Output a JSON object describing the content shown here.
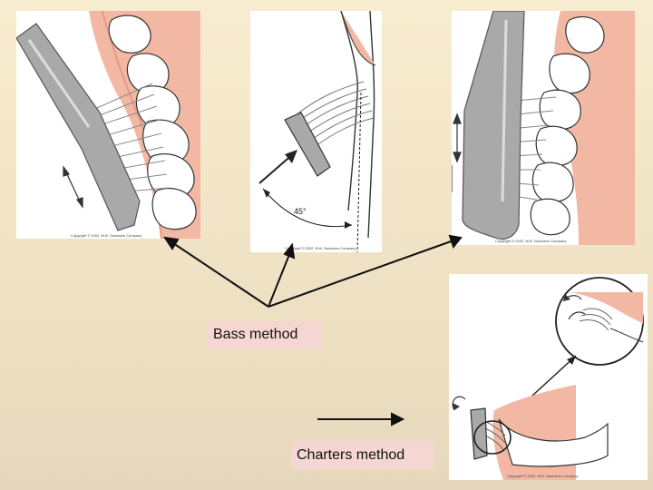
{
  "labels": {
    "bass": "Bass method",
    "charters": "Charters method"
  },
  "panels": {
    "p1": {
      "copyright": "Copyright © 2002, W.B. Saunders Company"
    },
    "p2": {
      "copyright": "Copyright © 2002, W.B. Saunders Company",
      "angle": "45°"
    },
    "p3": {
      "copyright": "Copyright © 2002, W.B. Saunders Company"
    },
    "p4": {
      "copyright": "Copyright © 2002, W.B. Saunders Company"
    }
  },
  "colors": {
    "gingiva": "#f2b8a4",
    "brush_handle": "#a9a9a9",
    "tooth": "#ffffff",
    "label_bg": "#f6d6d2"
  }
}
